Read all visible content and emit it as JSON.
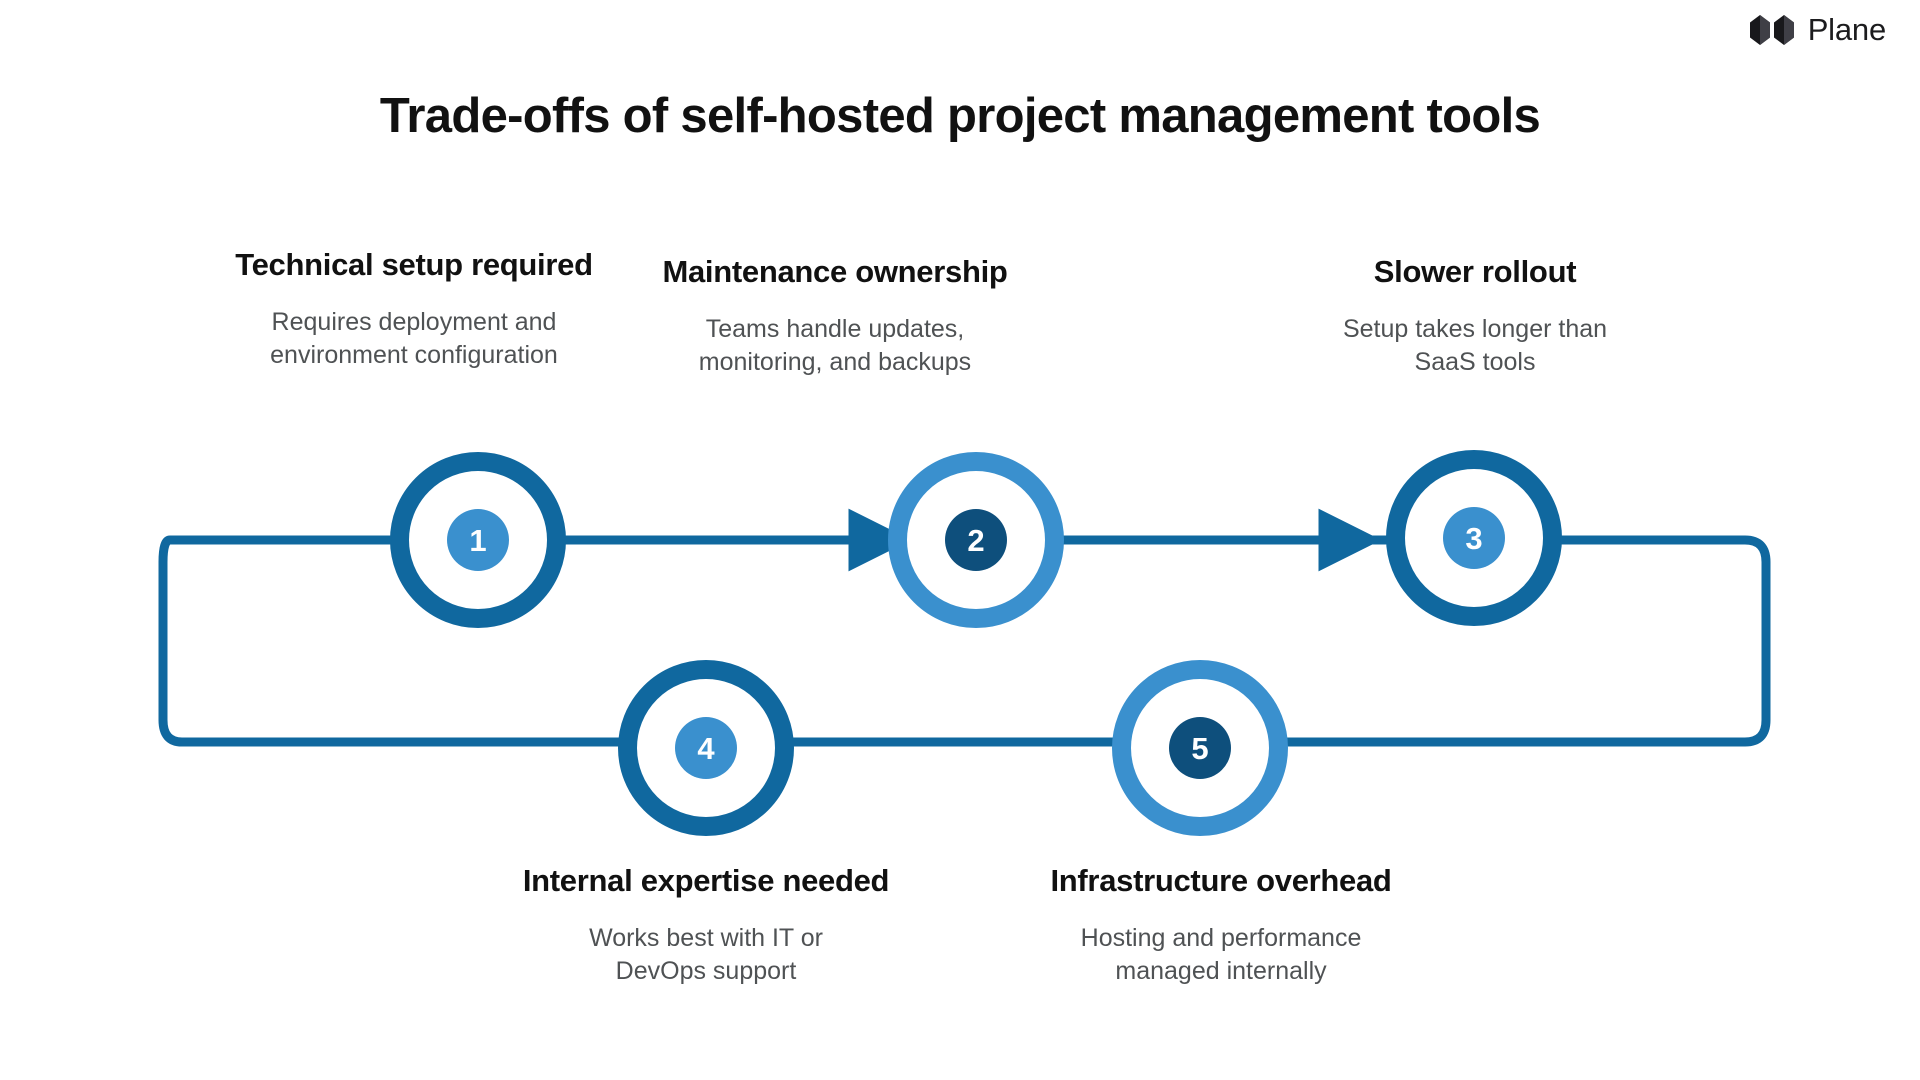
{
  "brand": {
    "name": "Plane",
    "logo_icon": "plane-logo-icon"
  },
  "header": {
    "title": "Trade-offs of self-hosted project management tools"
  },
  "colors": {
    "dark_blue": "#10689F",
    "mid_blue": "#0E4F7C",
    "light_blue": "#3A90CE",
    "connector": "#10689F",
    "heading_text": "#111111",
    "body_text": "#4f5254",
    "background": "#ffffff"
  },
  "diagram": {
    "type": "serpentine-process",
    "step_count": 5,
    "steps": [
      {
        "number": "1",
        "heading": "Technical setup required",
        "description": "Requires deployment and\nenvironment configuration",
        "description_lines": [
          "Requires deployment and",
          "environment configuration"
        ],
        "row": "top",
        "label_position": "above",
        "ring_color": "#10689F",
        "disc_color": "#3A90CE"
      },
      {
        "number": "2",
        "heading": "Maintenance ownership",
        "description": "Teams handle updates,\nmonitoring, and backups",
        "description_lines": [
          "Teams handle updates,",
          "monitoring, and backups"
        ],
        "row": "top",
        "label_position": "above",
        "ring_color": "#3A90CE",
        "disc_color": "#0E4F7C"
      },
      {
        "number": "3",
        "heading": "Slower rollout",
        "description": "Setup takes longer than\nSaaS tools",
        "description_lines": [
          "Setup takes longer than",
          "SaaS tools"
        ],
        "row": "top",
        "label_position": "above",
        "ring_color": "#10689F",
        "disc_color": "#3A90CE"
      },
      {
        "number": "4",
        "heading": "Internal expertise needed",
        "description": "Works best with IT or\nDevOps support",
        "description_lines": [
          "Works best with IT or",
          "DevOps support"
        ],
        "row": "bottom",
        "label_position": "below",
        "ring_color": "#10689F",
        "disc_color": "#3A90CE"
      },
      {
        "number": "5",
        "heading": "Infrastructure overhead",
        "description": "Hosting and performance\nmanaged internally",
        "description_lines": [
          "Hosting and performance",
          "managed internally"
        ],
        "row": "bottom",
        "label_position": "below",
        "ring_color": "#3A90CE",
        "disc_color": "#0E4F7C"
      }
    ]
  }
}
